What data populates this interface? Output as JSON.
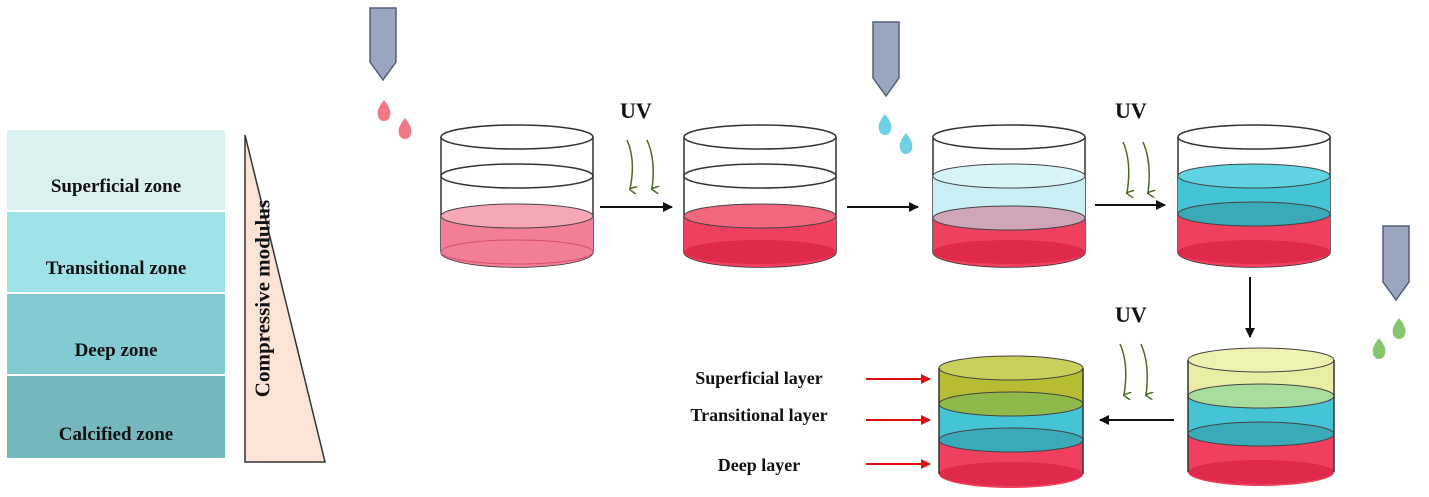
{
  "zones": {
    "superficial": "Superficial zone",
    "transitional": "Transitional zone",
    "deep": "Deep zone",
    "calcified": "Calcified zone"
  },
  "gradient_label": "Compressive modulus",
  "uv_label": "UV",
  "layers": {
    "superficial": "Superficial layer",
    "transitional": "Transitional layer",
    "deep": "Deep layer"
  },
  "colors": {
    "zone_superficial": "#dbf1f1",
    "zone_transitional": "#9fe3e8",
    "zone_deep": "#82cbd3",
    "zone_calcified": "#76b7bd",
    "gradient_fill": "#fbe4d6",
    "nozzle": "#9aa6bf",
    "ink_pink": "#f07884",
    "ink_cyan": "#6fd0e4",
    "ink_green": "#86c76e",
    "deep_layer": "#f0405f",
    "transitional_layer": "#45c4d6",
    "superficial_layer": "#b7bd32",
    "uv_ray": "#4d6a22",
    "pointer_arrow": "#e01010"
  }
}
